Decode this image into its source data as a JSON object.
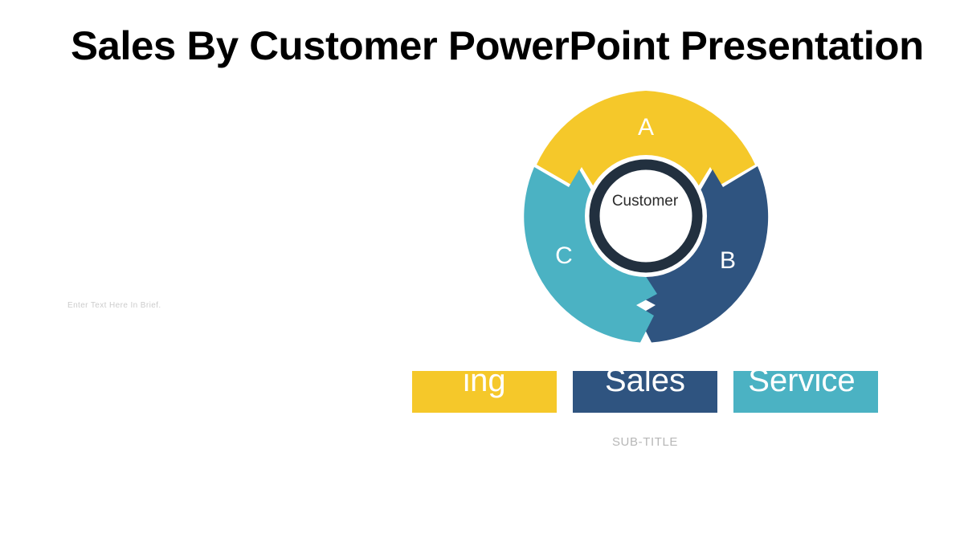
{
  "slide": {
    "title": "Sales By Customer PowerPoint Presentation",
    "background_color": "#ffffff",
    "brief_text": "Enter Text Here In Brief.",
    "sub_title": "SUB-TITLE"
  },
  "palette": {
    "yellow": "#f5c82a",
    "navy": "#2f5480",
    "teal": "#4bb2c3",
    "ring_dark": "#22303f",
    "title_text": "#000000",
    "muted_text": "#c8c8c8",
    "label_text": "#ffffff"
  },
  "diagram": {
    "type": "donut-cycle",
    "center_label": "Customer",
    "segments": [
      {
        "key": "A",
        "label": "A",
        "color": "#f5c82a",
        "position": "top"
      },
      {
        "key": "B",
        "label": "B",
        "color": "#2f5480",
        "position": "right"
      },
      {
        "key": "C",
        "label": "C",
        "color": "#4bb2c3",
        "position": "left"
      }
    ]
  },
  "categories": [
    {
      "label": "ing",
      "color": "#f5c82a"
    },
    {
      "label": "Sales",
      "color": "#2f5480"
    },
    {
      "label": "Service",
      "color": "#4bb2c3"
    }
  ],
  "chart_data": {
    "type": "pie",
    "title": "Sales By Customer PowerPoint Presentation",
    "subtitle": "SUB-TITLE",
    "categories": [
      "A",
      "B",
      "C"
    ],
    "values": [
      33.3,
      33.3,
      33.3
    ],
    "colors": [
      "#f5c82a",
      "#2f5480",
      "#4bb2c3"
    ],
    "center_label": "Customer",
    "legend": [
      "ing",
      "Sales",
      "Service"
    ],
    "legend_position": "bottom",
    "donut_hole_ratio": 0.45,
    "grid": false
  }
}
